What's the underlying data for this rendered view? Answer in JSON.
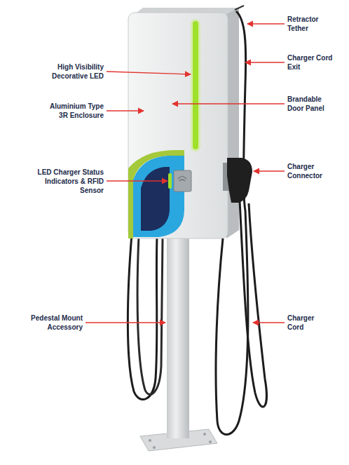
{
  "diagram": {
    "labels": [
      "Retractor Tether",
      "Charger Cord Exit",
      "High Visibility Decorative LED",
      "Brandable Door Panel",
      "Aluminium Type 3R Enclosure",
      "Charger Connector",
      "LED Charger Status Indicators & RFID Sensor",
      "Pedestal Mount Accessory",
      "Charger Cord"
    ]
  }
}
